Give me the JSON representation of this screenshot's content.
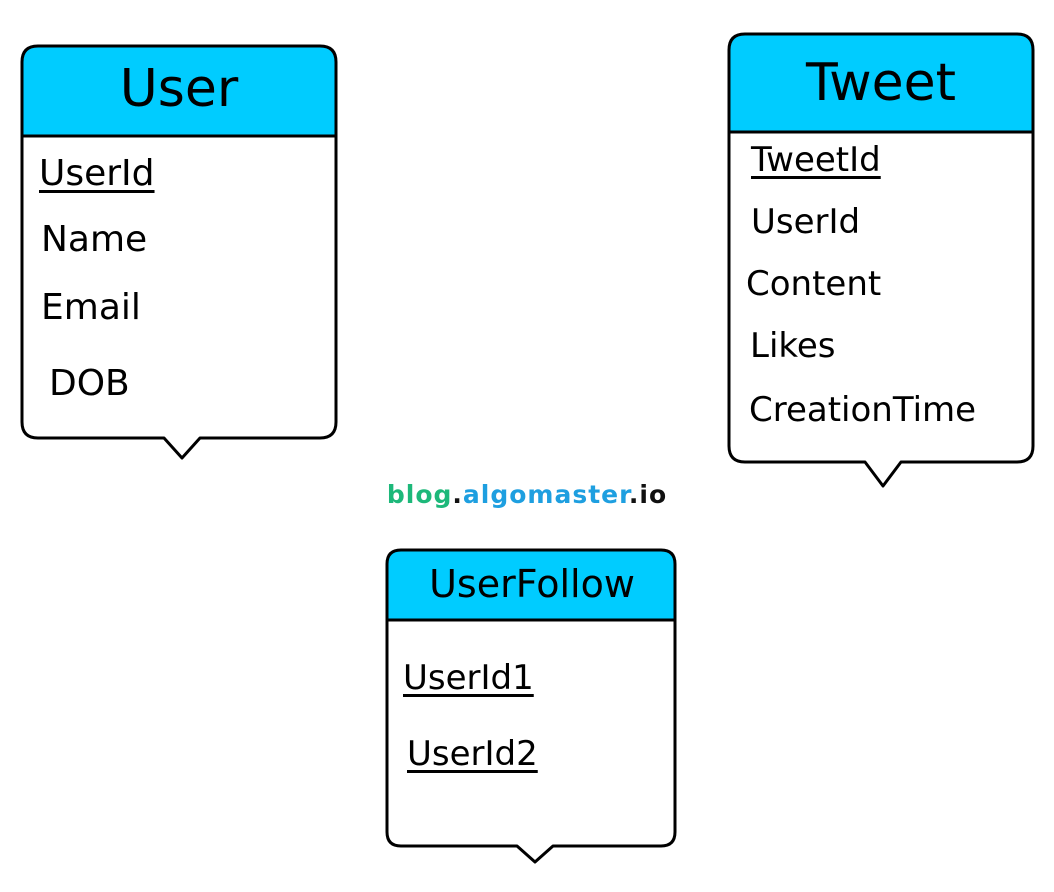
{
  "colors": {
    "header_fill": "#00CCFF",
    "stroke": "#000000",
    "watermark_blog": "#1DB87A",
    "watermark_algomaster": "#1E9FE0",
    "watermark_io": "#111111"
  },
  "entities": [
    {
      "title": "User",
      "fields": [
        {
          "name": "UserId",
          "key": true
        },
        {
          "name": "Name",
          "key": false
        },
        {
          "name": "Email",
          "key": false
        },
        {
          "name": "DOB",
          "key": false
        }
      ]
    },
    {
      "title": "Tweet",
      "fields": [
        {
          "name": "TweetId",
          "key": true
        },
        {
          "name": "UserId",
          "key": false
        },
        {
          "name": "Content",
          "key": false
        },
        {
          "name": "Likes",
          "key": false
        },
        {
          "name": "CreationTime",
          "key": false
        }
      ]
    },
    {
      "title": "UserFollow",
      "fields": [
        {
          "name": "UserId1",
          "key": true
        },
        {
          "name": "UserId2",
          "key": true
        }
      ]
    }
  ],
  "watermark": {
    "part1": "blog",
    "dot1": ".",
    "part2": "algomaster",
    "dot2": ".",
    "part3": "io"
  }
}
